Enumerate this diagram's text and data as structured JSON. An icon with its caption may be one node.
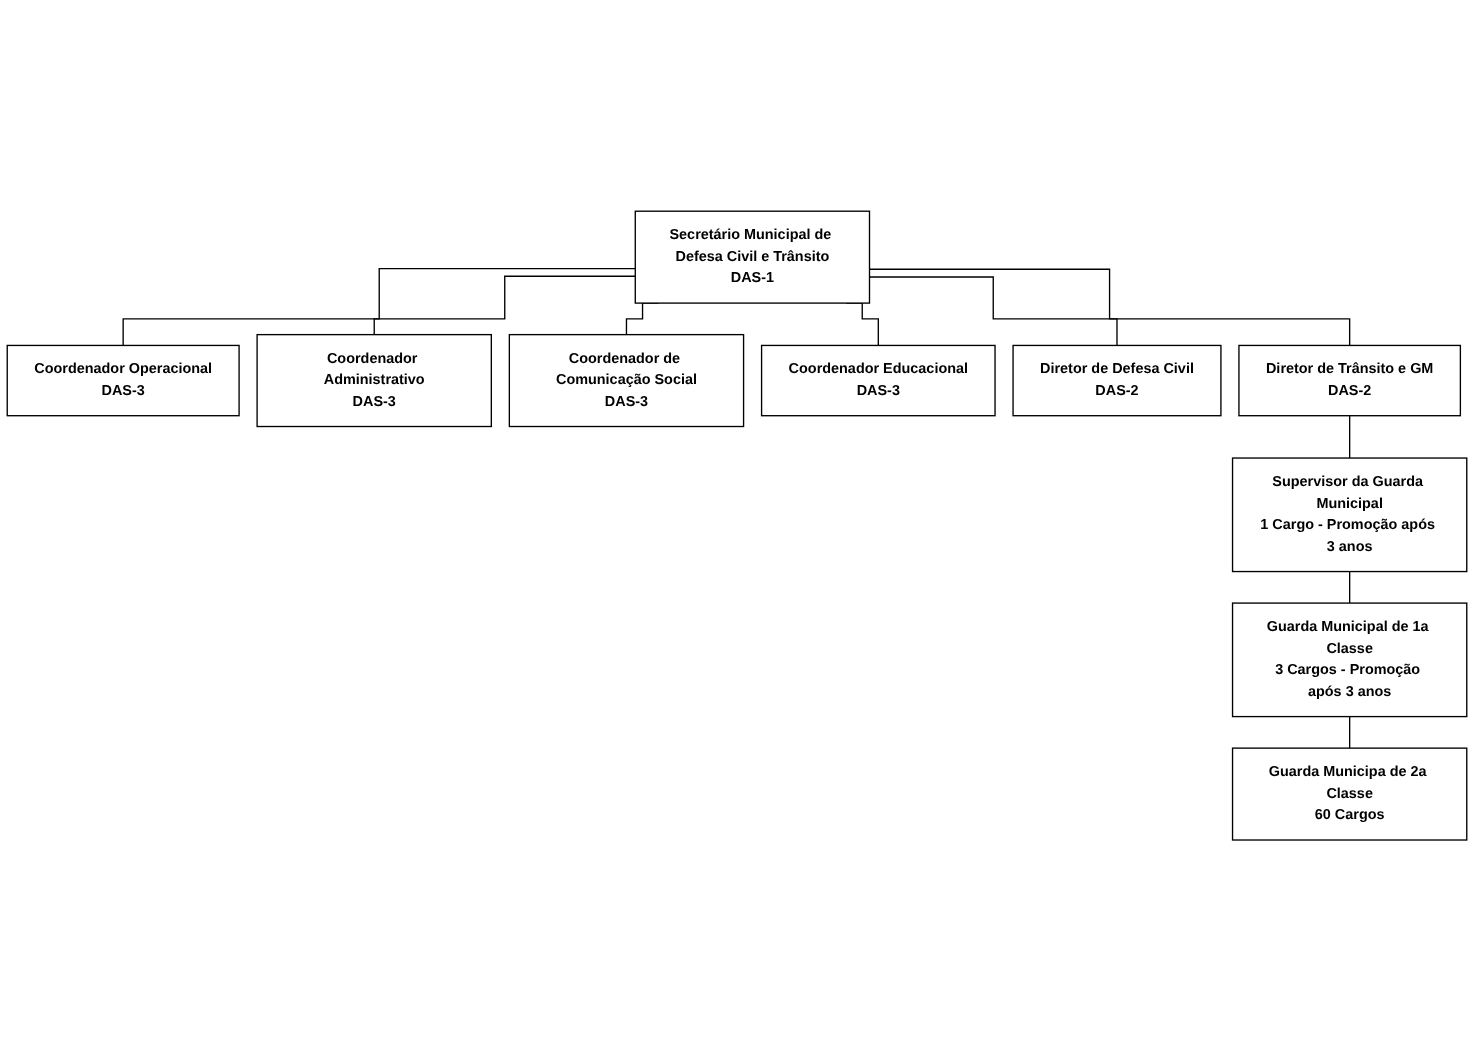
{
  "diagram": {
    "nodes": [
      {
        "text": [
          "Secretário Municipal de Defesa Civil e Trânsito",
          "DAS-1"
        ]
      },
      {
        "text": [
          "Coordenador Operacional",
          "DAS-3"
        ]
      },
      {
        "text": [
          "Coordenador Administrativo",
          "DAS-3"
        ]
      },
      {
        "text": [
          "Coordenador de Comunicação Social",
          "DAS-3"
        ]
      },
      {
        "text": [
          "Coordenador Educacional",
          "DAS-3"
        ]
      },
      {
        "text": [
          "Diretor de Defesa Civil",
          "DAS-2"
        ]
      },
      {
        "text": [
          "Diretor de Trânsito e GM",
          "DAS-2"
        ]
      },
      {
        "text": [
          "Supervisor da Guarda Municipal",
          "1 Cargo - Promoção após 3 anos"
        ]
      },
      {
        "text": [
          "Guarda Municipal de 1a Classe",
          "3 Cargos - Promoção após 3 anos"
        ]
      },
      {
        "text": [
          "Guarda Municipa de 2a Classe",
          "60 Cargos"
        ]
      }
    ],
    "edges": [
      {
        "from": 0,
        "to": 1,
        "arrow": "none"
      },
      {
        "from": 0,
        "to": 2,
        "arrow": "none"
      },
      {
        "from": 0,
        "to": 3,
        "arrow": "none"
      },
      {
        "from": 0,
        "to": 4,
        "arrow": "none"
      },
      {
        "from": 0,
        "to": 5,
        "arrow": "none"
      },
      {
        "from": 0,
        "to": 6,
        "arrow": "none"
      },
      {
        "from": 6,
        "to": 7,
        "arrow": "none"
      },
      {
        "from": 7,
        "to": 8,
        "arrow": "none"
      },
      {
        "from": 8,
        "to": 9,
        "arrow": "none"
      }
    ]
  }
}
